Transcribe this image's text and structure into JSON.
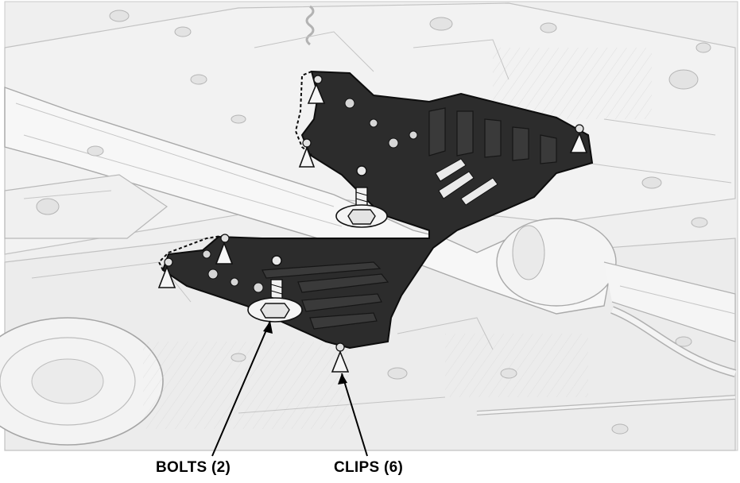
{
  "callouts": {
    "bolts": {
      "label": "BOLTS (2)",
      "count": 2
    },
    "clips": {
      "label": "CLIPS (6)",
      "count": 6
    }
  },
  "colors": {
    "background": "#ffffff",
    "chassis_fill": "#ededed",
    "chassis_line": "#b9b9b9",
    "panel_fill": "#2b2b2b",
    "panel_line": "#111111",
    "fastener_fill": "#f4f4f4",
    "leader_line": "#000000"
  },
  "icons": {
    "clip": "clip-arrow-icon",
    "bolt": "flange-bolt-icon"
  }
}
